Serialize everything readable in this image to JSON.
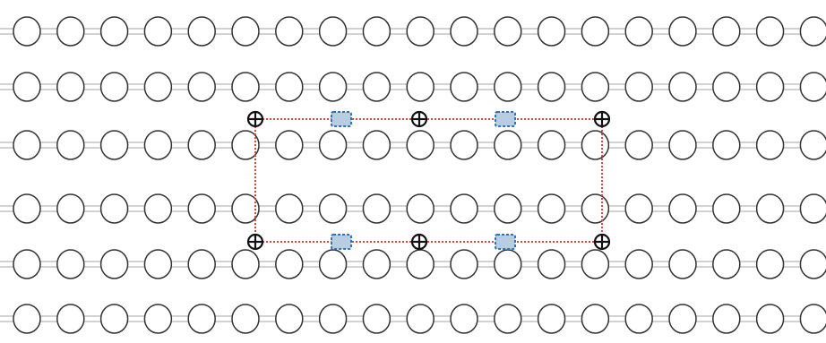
{
  "grid": {
    "rows": 6,
    "columns": 19,
    "circle_stroke": "#333333",
    "circle_fill": "#ffffff",
    "rail_color": "#b8b8b8"
  },
  "selection": {
    "line_color": "#e04040",
    "line_style": "dotted",
    "corner_marker_icon": "circle-plus-icon",
    "corner_marker_color": "#111111",
    "midpoint_marker_icon": "dashed-square-icon",
    "midpoint_marker_stroke": "#2f72b8",
    "midpoint_marker_fill": "#b9cde0"
  }
}
